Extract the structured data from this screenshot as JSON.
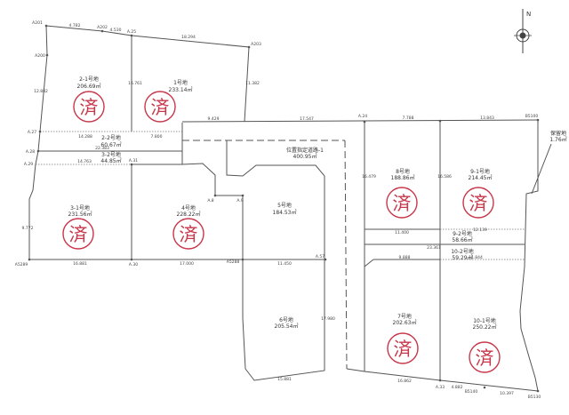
{
  "north_label": "N",
  "stamp_char": "済",
  "stamp_color": "#c8364a",
  "lots": [
    {
      "name": "2-1号地",
      "area": "206.69㎡",
      "sold": true
    },
    {
      "name": "1号地",
      "area": "233.14㎡",
      "sold": true
    },
    {
      "name": "2-2号地",
      "area": "60.67㎡",
      "sold": false
    },
    {
      "name": "3-2号地",
      "area": "44.85㎡",
      "sold": false
    },
    {
      "name": "3-1号地",
      "area": "231.56㎡",
      "sold": true
    },
    {
      "name": "4号地",
      "area": "228.22㎡",
      "sold": true
    },
    {
      "name": "5号地",
      "area": "184.53㎡",
      "sold": false
    },
    {
      "name": "位置指定道路-1",
      "area": "400.95㎡",
      "sold": false
    },
    {
      "name": "8号地",
      "area": "188.86㎡",
      "sold": true
    },
    {
      "name": "9-1号地",
      "area": "214.45㎡",
      "sold": true
    },
    {
      "name": "9-2号地",
      "area": "58.66㎡",
      "sold": false
    },
    {
      "name": "10-2号地",
      "area": "59.29㎡",
      "sold": false
    },
    {
      "name": "6号地",
      "area": "205.54㎡",
      "sold": false
    },
    {
      "name": "7号地",
      "area": "202.63㎡",
      "sold": true
    },
    {
      "name": "10-1号地",
      "area": "250.22㎡",
      "sold": true
    },
    {
      "name": "保留地",
      "area": "1.76㎡",
      "sold": false
    }
  ],
  "points": [
    "A201",
    "A202",
    "A.25",
    "A203",
    "A200",
    "A.27",
    "A.28",
    "A.29",
    "A.30",
    "A5289",
    "A.24",
    "B5100",
    "A.57",
    "A.33",
    "B5130",
    "A.9",
    "A.8",
    "A.31",
    "B5140",
    "A5288"
  ],
  "dimensions": [
    "4.782",
    "4.530",
    "18.294",
    "12.882",
    "11.382",
    "16.761",
    "14.288",
    "22.383",
    "14.763",
    "7.800",
    "9.429",
    "17.547",
    "7.788",
    "13.843",
    "16.881",
    "17.000",
    "11.450",
    "16.479",
    "16.586",
    "11.400",
    "12.139",
    "23.361",
    "9.888",
    "11.844",
    "16.862",
    "10.397",
    "4.882",
    "15.881",
    "17.980",
    "9.772"
  ]
}
